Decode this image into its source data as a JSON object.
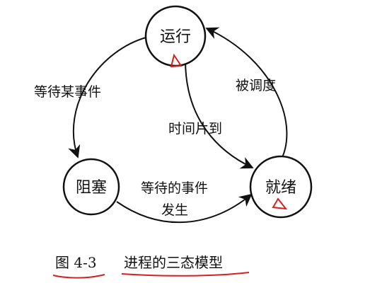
{
  "diagram": {
    "nodes": {
      "running": "运行",
      "blocked": "阻塞",
      "ready": "就绪"
    },
    "edges": {
      "running_to_blocked": "等待某事件",
      "ready_to_running": "被调度",
      "running_to_ready": "时间片到",
      "blocked_to_ready_line1": "等待的事件",
      "blocked_to_ready_line2": "发生"
    },
    "caption": {
      "number": "图 4-3",
      "title": "进程的三态模型"
    }
  },
  "colors": {
    "ink": "#111111",
    "annotation": "#d62020"
  }
}
